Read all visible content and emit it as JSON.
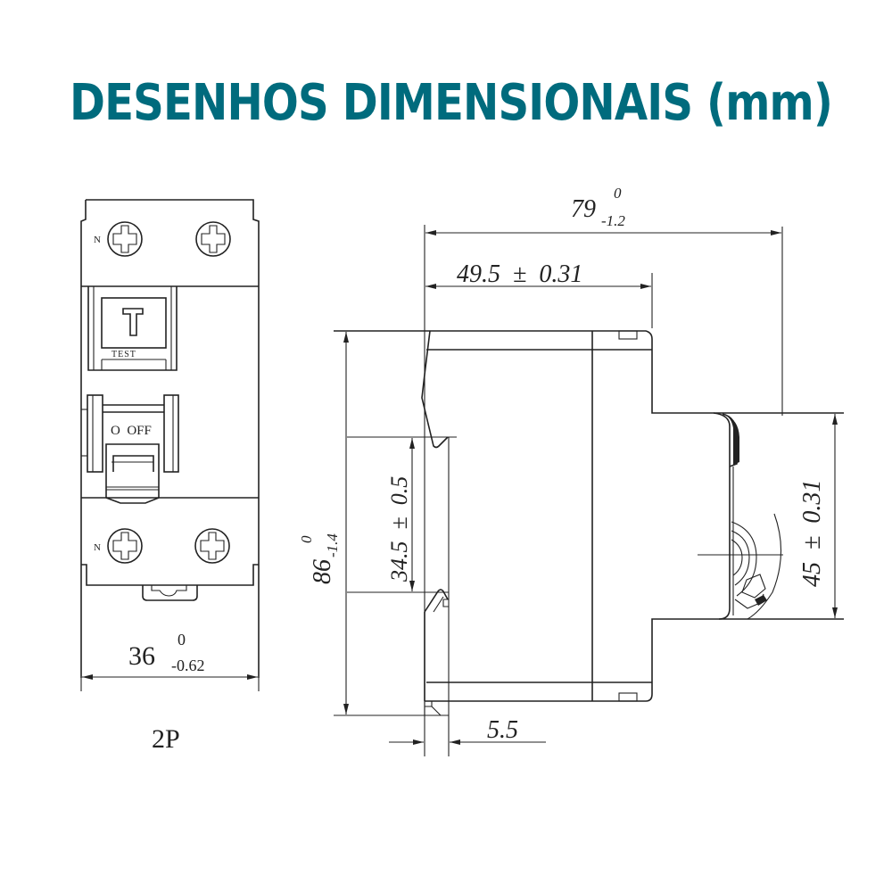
{
  "title": "DESENHOS DIMENSIONAIS (mm)",
  "colors": {
    "title": "#006b7d",
    "line": "#222222",
    "background": "#ffffff"
  },
  "front_view": {
    "terminal_label_top": "N",
    "terminal_label_bottom": "N",
    "test_button_glyph": "T",
    "test_label": "TEST",
    "switch_label": "O  OFF",
    "width_dimension": {
      "nominal": "36",
      "upper_tol": "0",
      "lower_tol": "-0.62"
    },
    "pole_label": "2P"
  },
  "side_view": {
    "overall_depth": {
      "nominal": "79",
      "upper_tol": "0",
      "lower_tol": "-1.2"
    },
    "front_depth": {
      "text": "49.5  ±  0.31"
    },
    "height": {
      "nominal": "86",
      "upper_tol": "0",
      "lower_tol": "-1.4"
    },
    "rail_opening": {
      "text": "34.5  ±  0.5"
    },
    "front_height": {
      "text": "45  ±  0.31"
    },
    "rail_offset": {
      "text": "5.5"
    }
  }
}
